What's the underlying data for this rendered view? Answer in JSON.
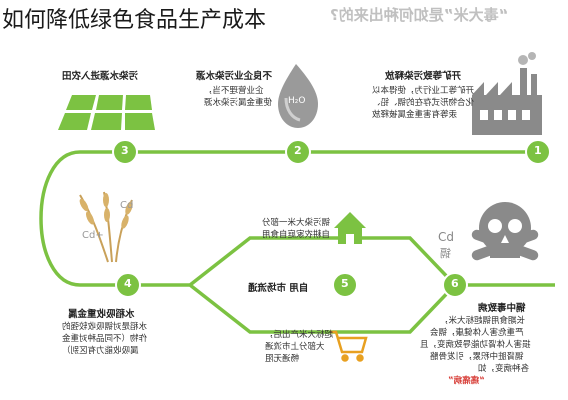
{
  "title": "如何降低绿色食品生产成本",
  "header_question": "“毒大米”是如何种出来的?",
  "steps": {
    "s1": {
      "number": "1",
      "heading": "开矿等致污染释放",
      "body": [
        "开矿等工业行为，使得本以",
        "化合物形式存在的镉、铅、",
        "汞等有害重金属被释放"
      ]
    },
    "s2": {
      "number": "2",
      "heading": "不良企业污染水源",
      "body": [
        "企业管理不当，",
        "使重金属污染水源"
      ]
    },
    "s3": {
      "number": "3",
      "heading": "污染水源进入农田",
      "body": []
    },
    "s4": {
      "number": "4",
      "heading": "水稻吸收重金属",
      "body": [
        "水稻是对镉吸收较强的",
        "作物（不同品种对重金",
        "属吸收能力有区别）"
      ]
    },
    "s5": {
      "number": "5",
      "heading": "自用  市场流通",
      "body_top": [
        "镉污染大米一部分",
        "自耕农家庭自食用"
      ],
      "body_bottom": [
        "超标大米产出后，",
        "大部分上市流通",
        "畅通无阻"
      ]
    },
    "s6": {
      "number": "6",
      "heading": "镉中毒致病",
      "body": [
        "长期食用镉超标大米，",
        "严重危害人体健康，镉会",
        "损害人体肾功能导致病变，且",
        "镉肾脏中积累，引发骨骼",
        "各种病变，如"
      ],
      "highlight": "“痛痛病”"
    }
  },
  "labels": {
    "h2o": "H₂O",
    "cd_chem": "Cd",
    "cd_plus": "Cd+",
    "cd_skull": "Cd",
    "cd_skull_sub": "镉"
  },
  "colors": {
    "green": "#7cc242",
    "dark_green": "#4a9a3a",
    "gray": "#8a8a8a",
    "light_gray": "#cfcfcf",
    "drop": "#9a9a9a",
    "wheat": "#c9a15a",
    "cart": "#e8a020",
    "red": "#d8403a"
  },
  "icons": [
    "factory-icon",
    "water-drop-icon",
    "farmland-icon",
    "wheat-icon",
    "skull-icon",
    "house-icon",
    "shopping-cart-icon"
  ]
}
